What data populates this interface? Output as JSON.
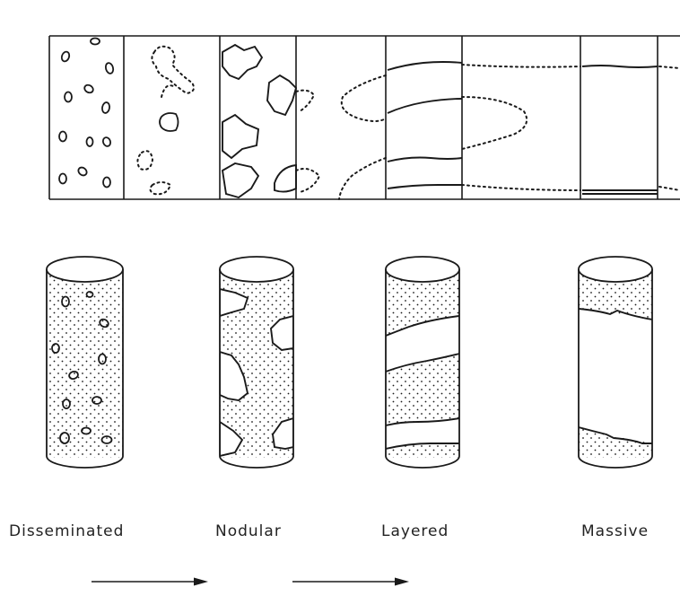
{
  "labels": [
    "Disseminated",
    "Nodular",
    "Layered",
    "Massive"
  ],
  "colors": {
    "ink": "#1a1a1a",
    "background": "#ffffff"
  }
}
